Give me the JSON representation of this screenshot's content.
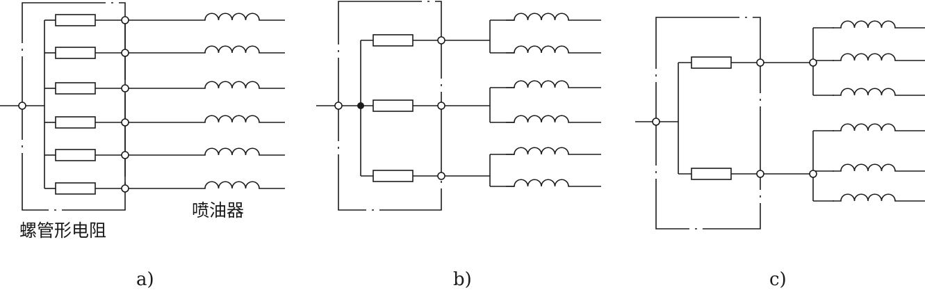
{
  "diagram": {
    "labels": {
      "resistor": "螺管形电阻",
      "injector": "喷油器"
    },
    "captions": {
      "a": "a)",
      "b": "b)",
      "c": "c)"
    },
    "panels": [
      {
        "id": "a",
        "resistors": 6,
        "injectors": 6,
        "injectors_per_resistor": 1
      },
      {
        "id": "b",
        "resistors": 3,
        "injectors": 6,
        "injectors_per_resistor": 2
      },
      {
        "id": "c",
        "resistors": 2,
        "injectors": 6,
        "injectors_per_resistor": 3
      }
    ]
  }
}
